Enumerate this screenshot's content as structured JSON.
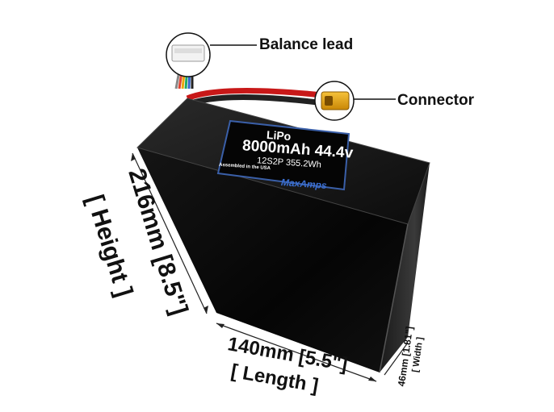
{
  "callouts": {
    "balance_lead": "Balance lead",
    "connector": "Connector"
  },
  "battery_label": {
    "chemistry": "LiPo",
    "capacity_voltage": "8000mAh 44.4v",
    "config_energy": "12S2P 355.2Wh",
    "assembled": "Assembled in the USA",
    "logo_text": "MaxAmps"
  },
  "dimensions": {
    "height_value": "216mm [8.5\"]",
    "height_label": "[ Height ]",
    "length_value": "140mm [5.5\"]",
    "length_label": "[ Length ]",
    "width_value": "46mm [1.81\"]",
    "width_label": "[ Width ]"
  },
  "colors": {
    "battery_body": "#0a0a0a",
    "label_border": "#3a5fa8",
    "wire_red": "#d42020",
    "connector_yellow": "#e8a60e"
  }
}
